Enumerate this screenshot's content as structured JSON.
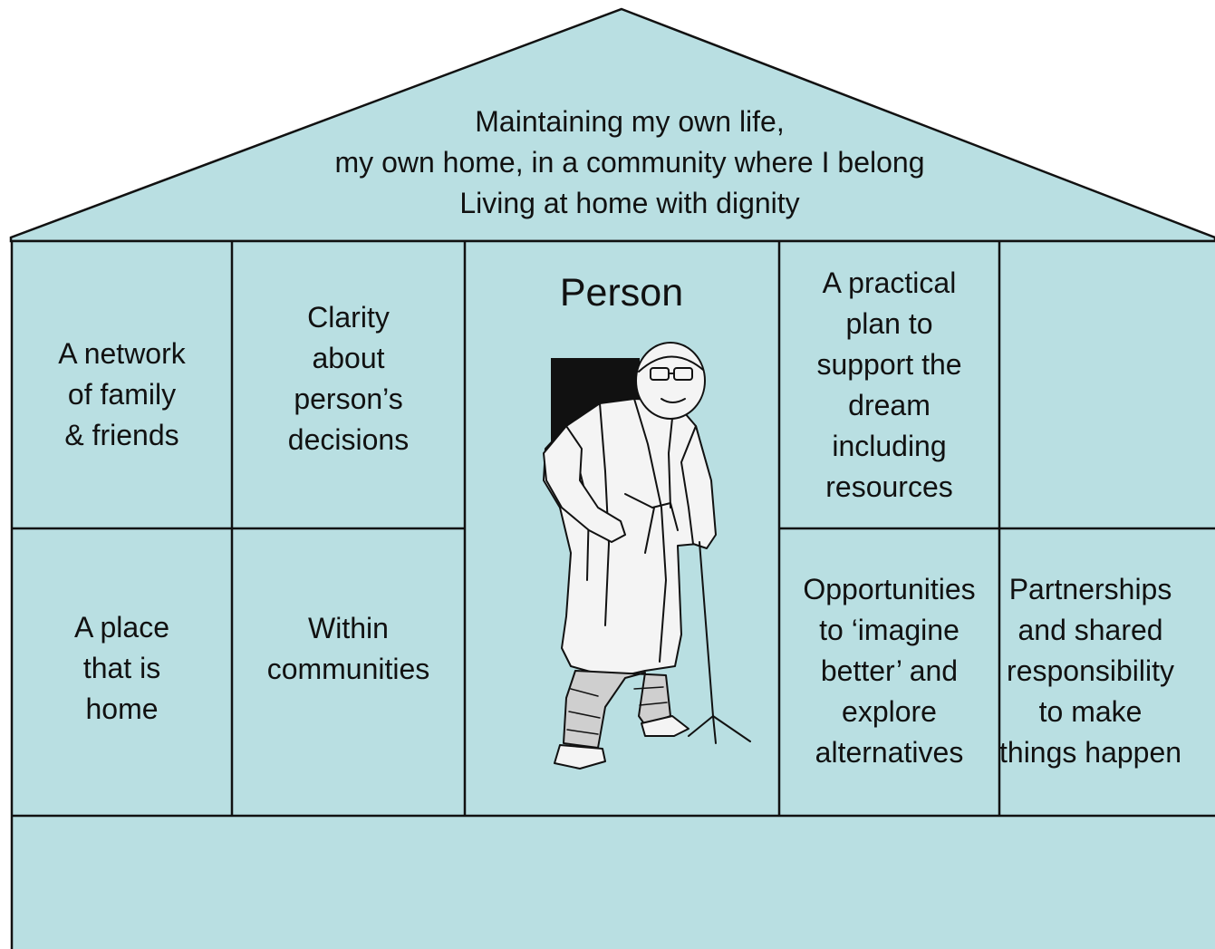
{
  "roof": {
    "line1": "Maintaining my own life,",
    "line2": "my own home, in a community where I belong",
    "line3": "Living at home with dignity"
  },
  "center": {
    "title": "Person",
    "figure": "elderly-man-with-cane-illustration"
  },
  "cells": {
    "network": "A network\nof family\n& friends",
    "clarity": "Clarity\nabout\nperson’s\ndecisions",
    "practical_plan": "A practical\nplan to\nsupport the\ndream\nincluding\nresources",
    "place": "A place\nthat is\nhome",
    "communities": "Within\ncommunities",
    "opportunities": "Opportunities\nto ‘imagine\nbetter’ and\nexplore\nalternatives",
    "partnerships": "Partnerships\nand shared\nresponsibility\nto make\nthings happen"
  },
  "colors": {
    "fill": "#b9dfe2",
    "outline": "#111111"
  }
}
